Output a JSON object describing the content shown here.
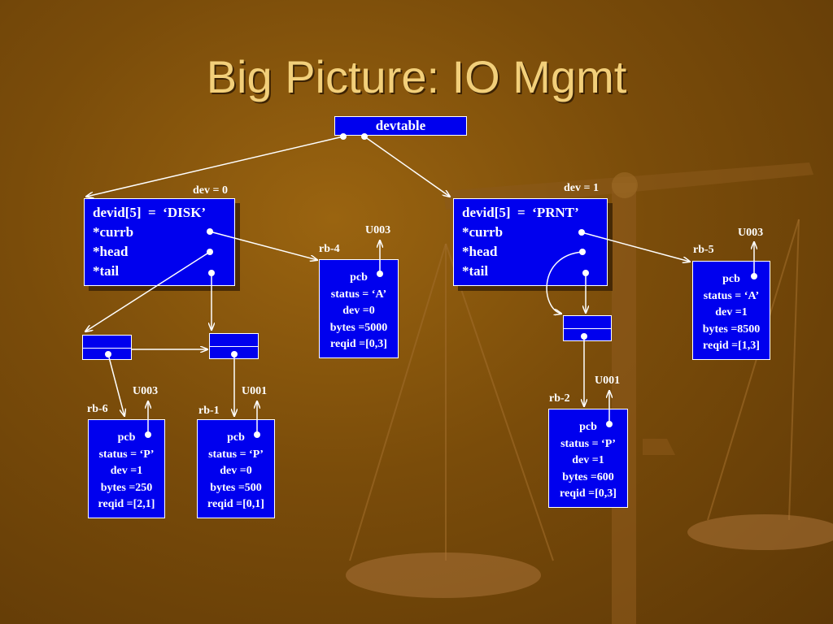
{
  "title": "Big Picture: IO Mgmt",
  "devtable": {
    "label": "devtable"
  },
  "devices": [
    {
      "dev_label": "dev = 0",
      "lines": [
        "devid[5]  =  ‘DISK’",
        "*currb",
        "*head",
        "*tail"
      ]
    },
    {
      "dev_label": "dev = 1",
      "lines": [
        "devid[5]  =  ‘PRNT’",
        "*currb",
        "*head",
        "*tail"
      ]
    }
  ],
  "request_blocks": {
    "rb4": {
      "name": "rb-4",
      "user": "U003",
      "lines": [
        "pcb",
        "status = ‘A’",
        "dev =0",
        "bytes =5000",
        "reqid =[0,3]"
      ]
    },
    "rb5": {
      "name": "rb-5",
      "user": "U003",
      "lines": [
        "pcb",
        "status = ‘A’",
        "dev =1",
        "bytes =8500",
        "reqid =[1,3]"
      ]
    },
    "rb6": {
      "name": "rb-6",
      "user": "U003",
      "lines": [
        "pcb",
        "status = ‘P’",
        "dev =1",
        "bytes =250",
        "reqid =[2,1]"
      ]
    },
    "rb1": {
      "name": "rb-1",
      "user": "U001",
      "lines": [
        "pcb",
        "status = ‘P’",
        "dev =0",
        "bytes =500",
        "reqid =[0,1]"
      ]
    },
    "rb2": {
      "name": "rb-2",
      "user": "U001",
      "lines": [
        "pcb",
        "status = ‘P’",
        "dev =1",
        "bytes =600",
        "reqid =[0,3]"
      ]
    }
  },
  "colors": {
    "box": "#0000ee",
    "border": "#ffffff",
    "title": "#f2cf7a",
    "background": "#7a4c0a"
  }
}
